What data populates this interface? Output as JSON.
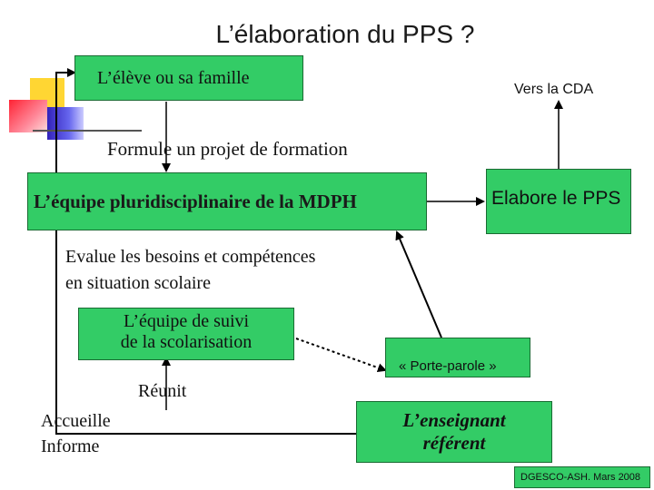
{
  "title": "L’élaboration du PPS ?",
  "nodes": {
    "eleve": "L’élève ou sa famille",
    "formule": "Formule un projet de formation",
    "equipe_mdph": "L’équipe pluridisciplinaire de la MDPH",
    "elabore": "Elabore le PPS",
    "cda": "Vers la CDA",
    "evalue_line1": "Evalue les besoins et compétences",
    "evalue_line2": "en situation scolaire",
    "suivi_line1": "L’équipe de suivi",
    "suivi_line2": "de la scolarisation",
    "porte_parole": "« Porte-parole »",
    "reunit": "Réunit",
    "accueille": "Accueille",
    "informe": "Informe",
    "enseignant_line1": "L’enseignant",
    "enseignant_line2": "référent"
  },
  "footer": "DGESCO-ASH. Mars 2008",
  "colors": {
    "box_fill": "#33cc66",
    "logo_yellow": "#ffd633",
    "logo_red": "#ff3344",
    "logo_blue": "#3333cc"
  }
}
